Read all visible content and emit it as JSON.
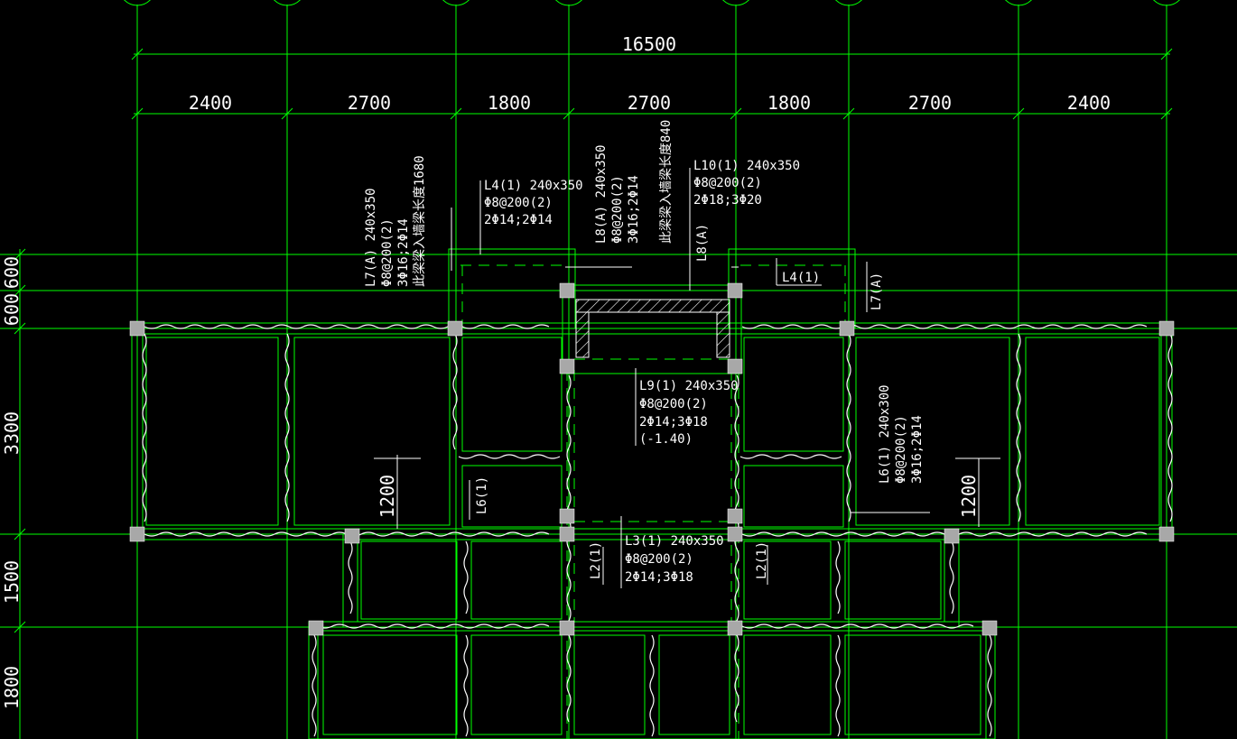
{
  "dimensions": {
    "overall": "16500",
    "top_spans": [
      "2400",
      "2700",
      "1800",
      "2700",
      "1800",
      "2700",
      "2400"
    ],
    "left_spans": [
      "600",
      "600",
      "3300",
      "1500",
      "1800"
    ],
    "inner_left": "1200",
    "inner_right": "1200"
  },
  "beams": {
    "l7a": {
      "lines": [
        "L7(A) 240x350",
        "Φ8@200(2)",
        "3Φ16;2Φ14",
        "此梁梁入墙梁长度1680"
      ]
    },
    "l4": {
      "lines": [
        "L4(1) 240x350",
        "Φ8@200(2)",
        "2Φ14;2Φ14"
      ]
    },
    "l8a": {
      "lines": [
        "L8(A) 240x350",
        "Φ8@200(2)",
        "3Φ16;2Φ14",
        "此梁梁入墙梁长度840"
      ]
    },
    "l10": {
      "lines": [
        "L10(1) 240x350",
        "Φ8@200(2)",
        "2Φ18;3Φ20"
      ]
    },
    "l9": {
      "lines": [
        "L9(1) 240x350",
        "Φ8@200(2)",
        "2Φ14;3Φ18",
        "(-1.40)"
      ]
    },
    "l6": {
      "lines": [
        "L6(1) 240x300",
        "Φ8@200(2)",
        "3Φ16;2Φ14"
      ]
    },
    "l3": {
      "lines": [
        "L3(1) 240x350",
        "Φ8@200(2)",
        "2Φ14;3Φ18"
      ]
    }
  },
  "tags": {
    "l8a_short": "L8(A)",
    "l4_short": "L4(1)",
    "l7a_short": "L7(A)",
    "l6_short": "L6(1)",
    "l2_left": "L2(1)",
    "l2_right": "L2(1)"
  },
  "colors": {
    "background": "#000000",
    "grid_lines": "#00ff00",
    "text": "#ffffff",
    "columns": "#a8a8a8"
  }
}
